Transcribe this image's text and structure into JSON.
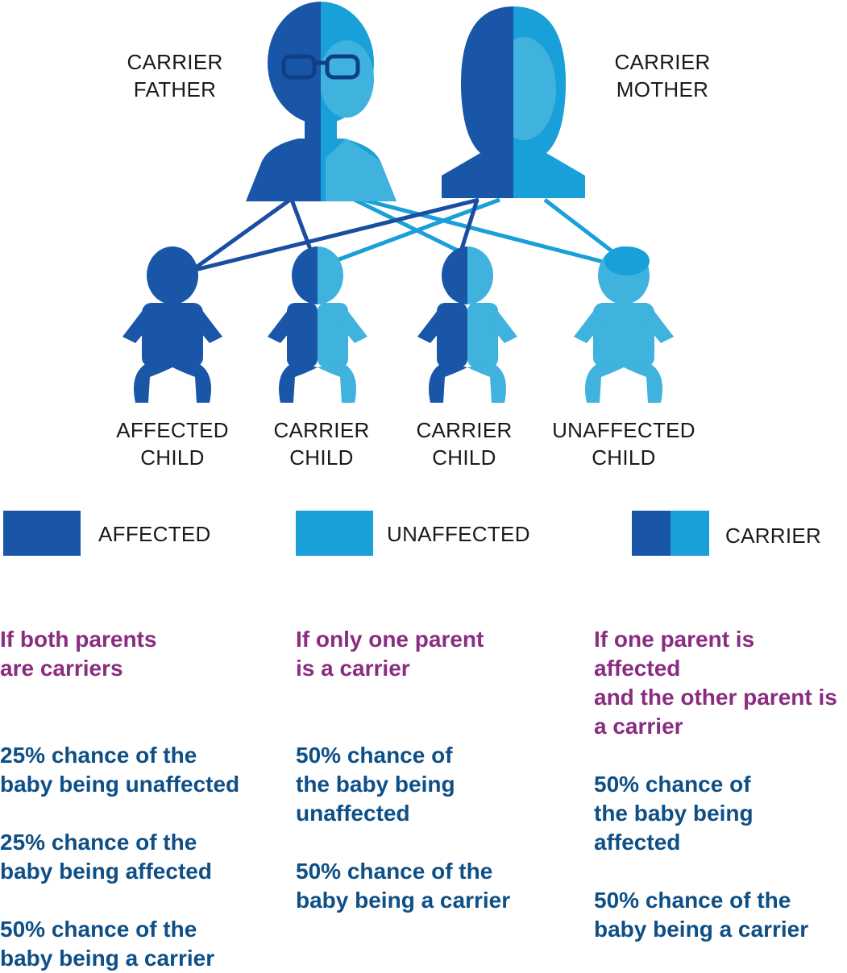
{
  "parents": {
    "father": [
      "CARRIER",
      "FATHER"
    ],
    "mother": [
      "CARRIER",
      "MOTHER"
    ]
  },
  "children": [
    {
      "label": [
        "AFFECTED",
        "CHILD"
      ],
      "status": "affected"
    },
    {
      "label": [
        "CARRIER",
        "CHILD"
      ],
      "status": "carrier"
    },
    {
      "label": [
        "CARRIER",
        "CHILD"
      ],
      "status": "carrier"
    },
    {
      "label": [
        "UNAFFECTED",
        "CHILD"
      ],
      "status": "unaffected"
    }
  ],
  "legend": {
    "affected": "AFFECTED",
    "unaffected": "UNAFFECTED",
    "carrier": "CARRIER"
  },
  "colors": {
    "affected": "#1a56a8",
    "unaffected": "#1aa0d8",
    "unaffected_light": "#3fb2de",
    "line_dark": "#1a4ea0",
    "line_light": "#1aa0d8",
    "heading": "#8a2c80",
    "stat": "#0e4f86"
  },
  "columns": [
    {
      "heading": [
        "If both parents",
        "are carriers"
      ],
      "stats": [
        [
          "25% chance of the",
          "baby being unaffected"
        ],
        [
          "25% chance of the",
          "baby being affected"
        ],
        [
          "50% chance of the",
          "baby being a carrier"
        ]
      ]
    },
    {
      "heading": [
        "If only one parent",
        "is a carrier"
      ],
      "stats": [
        [
          "50% chance of",
          "the baby being",
          "unaffected"
        ],
        [
          "50% chance of the",
          "baby being a carrier"
        ]
      ]
    },
    {
      "heading": [
        "If one parent is affected",
        "and the other parent is",
        "a carrier"
      ],
      "stats": [
        [
          "50% chance of",
          "the baby being",
          "affected"
        ],
        [
          "50% chance of the",
          "baby being a carrier"
        ]
      ]
    }
  ]
}
